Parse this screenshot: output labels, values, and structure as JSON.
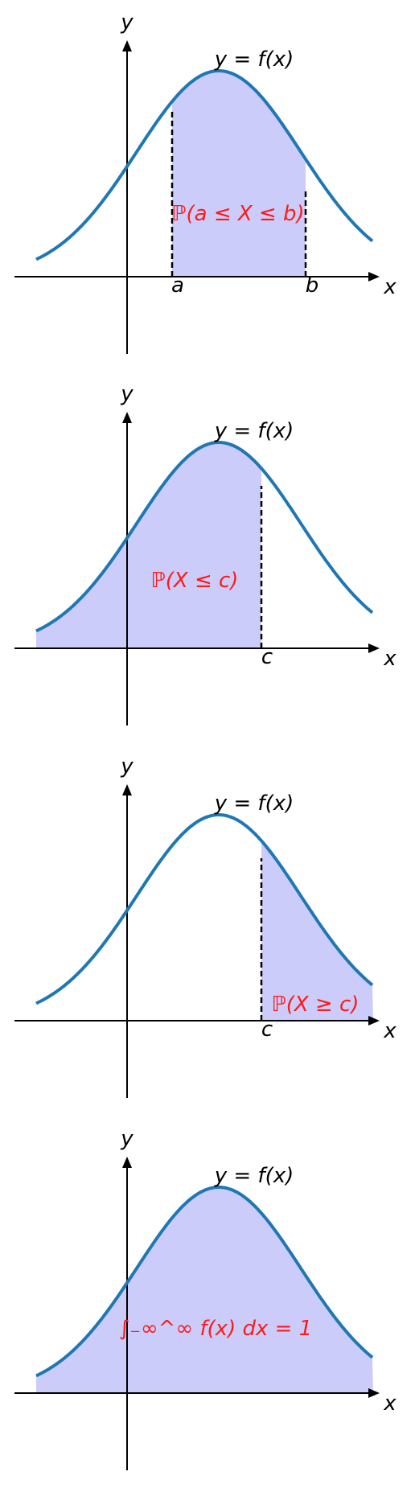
{
  "colors": {
    "curve": "#1f77b4",
    "fill": "#ccccfa",
    "probability_text": "#ff1a1a",
    "axes": "#000000",
    "guide_lines": "#000000"
  },
  "curve_label": "y = f(x)",
  "axis_labels": {
    "x": "x",
    "y": "y"
  },
  "panels": [
    {
      "shading": "between",
      "markers": [
        "a",
        "b"
      ],
      "probability_label": "ℙ(a ≤ X ≤ b)"
    },
    {
      "shading": "left",
      "markers": [
        "c"
      ],
      "probability_label": "ℙ(X ≤ c)"
    },
    {
      "shading": "right",
      "markers": [
        "c"
      ],
      "probability_label": "ℙ(X ≥ c)"
    },
    {
      "shading": "all",
      "markers": [],
      "probability_label": "∫₋∞^∞ f(x) dx = 1"
    }
  ]
}
